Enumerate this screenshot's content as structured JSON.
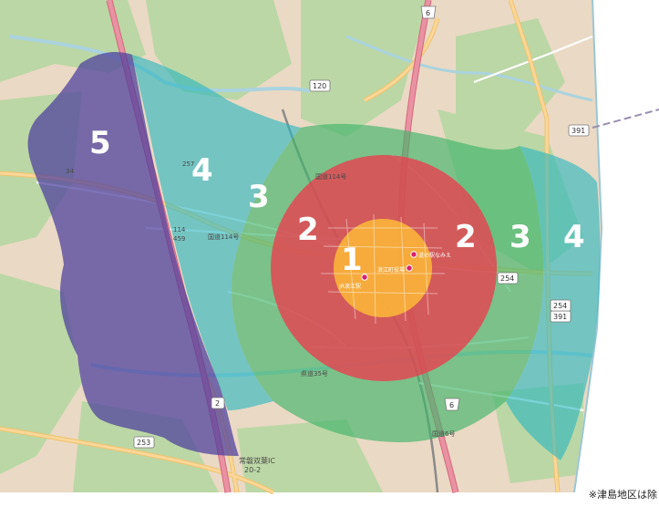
{
  "colors": {
    "land": "#ead9c4",
    "forest": "#b9d7a4",
    "water": "#aad3df",
    "zone1": "#f8b239",
    "zone2": "#ec3e4e",
    "zone3": "#3fb36a",
    "zone4": "#2bb6bf",
    "zone5": "#4b3d9c",
    "highway": "#e892a2",
    "primary": "#f9d79a",
    "poi": "#d8216d"
  },
  "zones": [
    {
      "number": "1",
      "label_ids": [
        "z1"
      ]
    },
    {
      "number": "2",
      "label_ids": [
        "z2a",
        "z2b"
      ]
    },
    {
      "number": "3",
      "label_ids": [
        "z3a",
        "z3b"
      ]
    },
    {
      "number": "4",
      "label_ids": [
        "z4a",
        "z4b"
      ]
    },
    {
      "number": "5",
      "label_ids": [
        "z5"
      ]
    }
  ],
  "zone_labels": {
    "z1": "1",
    "z2a": "2",
    "z2b": "2",
    "z3a": "3",
    "z3b": "3",
    "z4a": "4",
    "z4b": "4",
    "z5": "5"
  },
  "shields": {
    "r120": "120",
    "r391a": "391",
    "r391b": "391",
    "r6a": "6",
    "r6b": "6",
    "r253": "253",
    "r254a": "254",
    "r254b": "254",
    "r114": "114",
    "r459": "459",
    "r257": "257",
    "r2": "2",
    "r34": "34"
  },
  "road_labels": {
    "kokudo114a": "国道114号",
    "kokudo114b": "国道114号",
    "kokudo6": "国道6号",
    "joban": "常磐双葉IC",
    "joban_km": "20-2",
    "kenro": "県道35号"
  },
  "pois": {
    "station": "JR浪江駅",
    "town_hall": "浪江町役場",
    "michinoeki": "道の駅なみえ"
  },
  "footnote": "※津島地区は除"
}
